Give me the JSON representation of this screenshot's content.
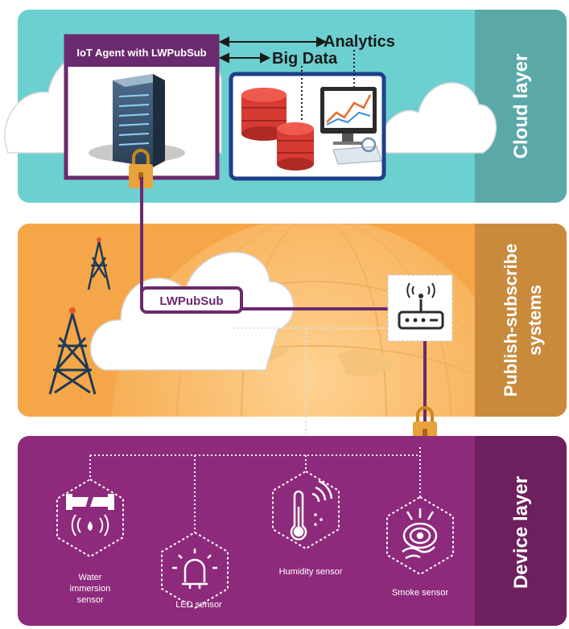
{
  "layers": {
    "cloud": "Cloud layer",
    "pubsub_line1": "Publish-subscribe",
    "pubsub_line2": "systems",
    "device": "Device layer"
  },
  "cloud": {
    "agent_title": "IoT Agent with LWPubSub",
    "analytics": "Analytics",
    "big_data": "Big Data"
  },
  "pubsub": {
    "badge": "LWPubSub"
  },
  "sensors": [
    {
      "line1": "Water",
      "line2": "immersion",
      "line3": "sensor",
      "icon": "water-pipe-icon"
    },
    {
      "line1": "LED sensor",
      "icon": "led-icon"
    },
    {
      "line1": "Humidity sensor",
      "icon": "thermometer-icon"
    },
    {
      "line1": "Smoke sensor",
      "icon": "smoke-detector-icon"
    }
  ],
  "colors": {
    "cloud_band": "#6ccfd0",
    "cloud_tab": "#5aa9a8",
    "pubsub_band": "#f5a649",
    "pubsub_tab": "#c98a3c",
    "device_band": "#8e2a7b",
    "device_tab": "#6e1f5e",
    "frame_purple": "#6b2a6e",
    "frame_blue": "#1f3f8c",
    "lock": "#e8a33a",
    "db_red": "#d63a32"
  }
}
